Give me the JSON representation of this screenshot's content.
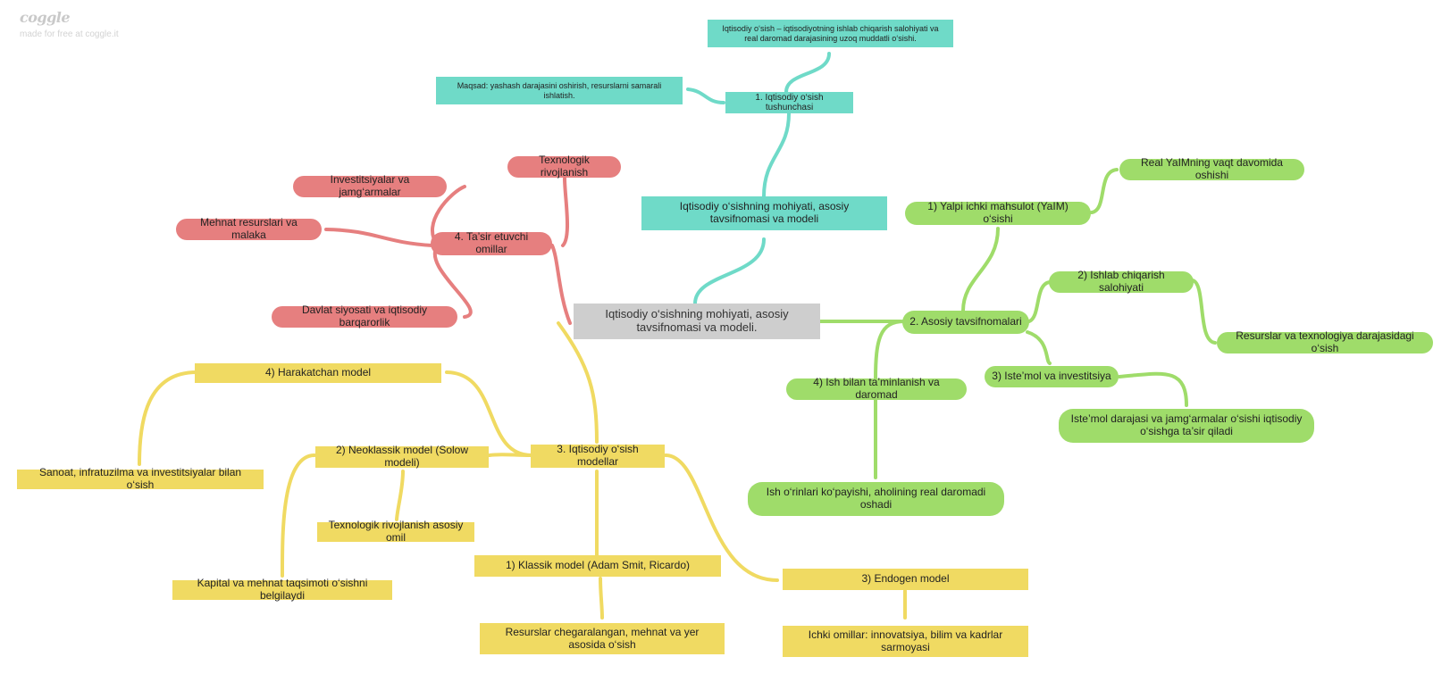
{
  "brand": {
    "logo": "coggle",
    "tagline": "made for free at coggle.it"
  },
  "colors": {
    "teal": "#6fdac8",
    "green": "#9fdc6a",
    "red": "#e67f7f",
    "yellow": "#f0da62",
    "root": "#cecece"
  },
  "nodes": {
    "root": "Iqtisodiy o‘sishning mohiyati, asosiy tavsifnomasi va modeli.",
    "teal_title": "Iqtisodiy o‘sishning mohiyati, asosiy tavsifnomasi va modeli",
    "teal_concept": "1. Iqtisodiy o‘sish tushunchasi",
    "teal_definition": "Iqtisodiy o‘sish – iqtisodiyotning ishlab chiqarish salohiyati va real daromad darajasining uzoq muddatli o‘sishi.",
    "teal_goal": "Maqsad: yashash darajasini oshirish, resurslarni samarali ishlatish.",
    "green_main": "2. Asosiy tavsifnomalari",
    "green_gdp": "1) Yalpi ichki mahsulot (YaIM) o‘sishi",
    "green_gdp_detail": "Real YaIMning vaqt davomida oshishi",
    "green_capacity": "2) Ishlab chiqarish salohiyati",
    "green_capacity_detail": "Resurslar va texnologiya darajasidagi o‘sish",
    "green_consumption": "3) Iste’mol va investitsiya",
    "green_consumption_detail": "Iste’mol darajasi va jamg‘armalar o‘sishi iqtisodiy o‘sishga ta’sir qiladi",
    "green_employment": "4) Ish bilan ta’minlanish va daromad",
    "green_employment_detail": "Ish o‘rinlari ko‘payishi, aholining real daromadi oshadi",
    "red_main": "4. Ta’sir etuvchi omillar",
    "red_invest": "Investitsiyalar va jamg‘armalar",
    "red_labor": "Mehnat resurslari va malaka",
    "red_policy": "Davlat siyosati va iqtisodiy barqarorlik",
    "red_tech": "Texnologik rivojlanish",
    "yellow_main": "3. Iqtisodiy o‘sish modellar",
    "yellow_moving": "4) Harakatchan model",
    "yellow_moving_detail": "Sanoat, infratuzilma va investitsiyalar bilan o‘sish",
    "yellow_neo": "2) Neoklassik model (Solow modeli)",
    "yellow_neo_tech": "Texnologik rivojlanish asosiy omil",
    "yellow_neo_capital": "Kapital va mehnat taqsimoti o‘sishni belgilaydi",
    "yellow_classic": "1) Klassik model (Adam Smit, Ricardo)",
    "yellow_classic_detail": "Resurslar chegaralangan, mehnat va yer asosida o‘sish",
    "yellow_endo": "3) Endogen model",
    "yellow_endo_detail": "Ichki omillar: innovatsiya, bilim va kadrlar sarmoyasi"
  }
}
